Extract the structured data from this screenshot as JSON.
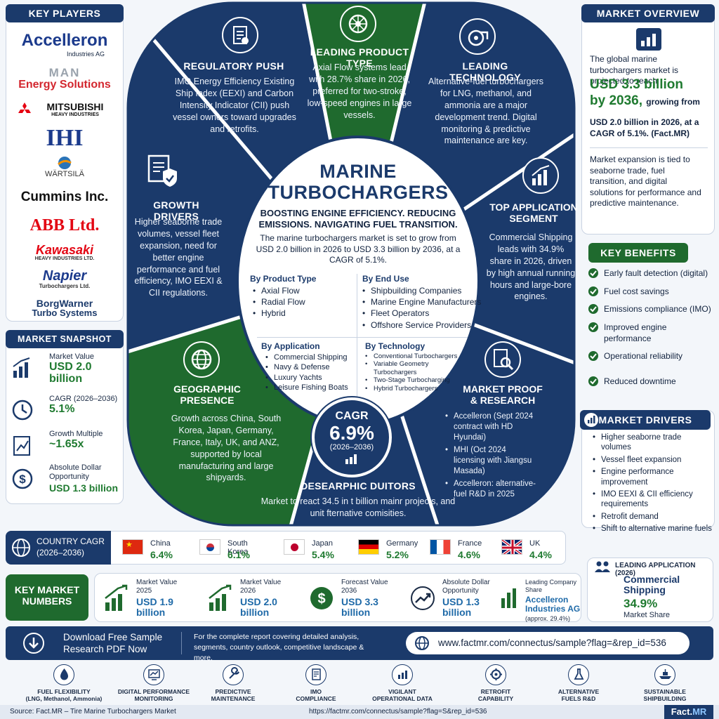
{
  "key_players": {
    "title": "KEY PLAYERS",
    "logos": [
      {
        "name": "Accelleron",
        "sub": "Industries AG"
      },
      {
        "name": "MAN",
        "sub": "Energy Solutions"
      },
      {
        "name": "MITSUBISHI",
        "sub": "HEAVY INDUSTRIES"
      },
      {
        "name": "IHI",
        "sub": ""
      },
      {
        "name": "WÄRTSILÄ",
        "sub": ""
      },
      {
        "name": "Cummins Inc.",
        "sub": ""
      },
      {
        "name": "ABB Ltd.",
        "sub": ""
      },
      {
        "name": "Kawasaki",
        "sub": "HEAVY INDUSTRIES LTD."
      },
      {
        "name": "Napier",
        "sub": "Turbochargers Ltd."
      },
      {
        "name": "BorgWarner",
        "sub": "Turbo Systems"
      }
    ]
  },
  "snapshot": {
    "title": "MARKET SNAPSHOT (2026)",
    "items": [
      {
        "label": "Market Value",
        "value": "USD 2.0 billion"
      },
      {
        "label": "CAGR (2026–2036)",
        "value": "5.1%"
      },
      {
        "label": "Growth Multiple",
        "value": "~1.65x"
      },
      {
        "label": "Absolute Dollar Opportunity",
        "value": "USD 1.3 billion"
      }
    ]
  },
  "center": {
    "title_1": "MARINE",
    "title_2": "TURBOCHARGERS",
    "tagline": "BOOSTING ENGINE EFFICIENCY. REDUCING EMISSIONS. NAVIGATING FUEL TRANSITION.",
    "summary": "The marine turbochargers market is set to grow from USD 2.0 billion in 2026 to USD 3.3 billion by 2036, at a CAGR of 5.1%.",
    "product_type": {
      "title": "By Product Type",
      "items": [
        "Axial Flow",
        "Radial Flow",
        "Hybrid"
      ]
    },
    "end_use": {
      "title": "By End Use",
      "items": [
        "Shipbuilding Companies",
        "Marine Engine Manufacturers",
        "Fleet Operators",
        "Offshore Service Providers"
      ]
    },
    "application": {
      "title": "By Application",
      "items": [
        "Commercial Shipping",
        "Navy & Defense",
        "Luxury Yachts",
        "Leisure Fishing Boats"
      ]
    },
    "technology": {
      "title": "By Technology",
      "items": [
        "Conventional Turbochargers",
        "Variable Geometry Turbochargers",
        "Two-Stage Turbocharging",
        "Hybrid Turbochargers"
      ]
    },
    "cagr_label": "CAGR",
    "cagr_value": "6.9%",
    "cagr_period": "(2026–2036)"
  },
  "segments": {
    "regulatory": {
      "title": "REGULATORY PUSH",
      "body": "IMO Energy Efficiency Existing Ship Index (EEXI) and Carbon Intensity Indicator (CII) push vessel owners toward upgrades and retrofits."
    },
    "product": {
      "title": "LEADING PRODUCT TYPE",
      "body": "Axial Flow systems lead with 28.7% share in 2026, preferred for two-stroke, low-speed engines in large vessels."
    },
    "technology": {
      "title": "LEADING TECHNOLOGY",
      "body": "Alternative-fuel turbochargers for LNG, methanol, and ammonia are a major development trend. Digital monitoring & predictive maintenance are key."
    },
    "growth": {
      "title": "GROWTH DRIVERS",
      "body": "Higher seaborne trade volumes, vessel fleet expansion, need for better engine performance and fuel efficiency, IMO EEXI & CII regulations."
    },
    "application": {
      "title_1": "TOP APPLICATION",
      "title_2": "SEGMENT",
      "body": "Commercial Shipping leads with 34.9% share in 2026, driven by high annual running hours and large-bore engines."
    },
    "geographic": {
      "title_1": "GEOGRAPHIC",
      "title_2": "PRESENCE",
      "body": "Growth across China, South Korea, Japan, Germany, France, Italy, UK, and ANZ, supported by local manufacturing and large shipyards."
    },
    "proof": {
      "title_1": "MARKET PROOF",
      "title_2": "& RESEARCH",
      "items": [
        "Accelleron (Sept 2024 contract with HD Hyundai)",
        "MHI (Oct 2024 licensing with Jiangsu Masada)",
        "Accelleron: alternative-fuel R&D in 2025"
      ]
    },
    "bottom": {
      "title": "DESEARPHIC DUITORS",
      "body": "Market to react 34.5 in t billion mainr projects, and unit fternative comisities."
    }
  },
  "market_overview": {
    "title": "MARKET OVERVIEW",
    "intro": "The global marine turbochargers market is projected to reach",
    "big_value_1": "USD 3.3 billion",
    "big_value_2": "by 2036,",
    "growing_from": "growing from",
    "rest": "USD 2.0 billion in 2026, at a CAGR of 5.1%. (Fact.MR)",
    "note": "Market expansion is tied to seaborne trade, fuel transition, and digital solutions for performance and predictive maintenance."
  },
  "key_benefits": {
    "title": "KEY BENEFITS",
    "items": [
      "Early fault detection (digital)",
      "Fuel cost savings",
      "Emissions compliance (IMO)",
      "Improved engine performance",
      "Operational reliability",
      "Reduced downtime"
    ]
  },
  "market_drivers": {
    "title": "MARKET DRIVERS",
    "items": [
      "Higher seaborne trade volumes",
      "Vessel fleet expansion",
      "Engine performance improvement",
      "IMO EEXI & CII efficiency requirements",
      "Retrofit demand",
      "Shift to alternative marine fuels"
    ]
  },
  "country_cagr": {
    "title_1": "COUNTRY CAGR",
    "title_2": "(2026–2036)",
    "countries": [
      {
        "name": "China",
        "value": "6.4%"
      },
      {
        "name": "South Korea",
        "value": "6.1%"
      },
      {
        "name": "Japan",
        "value": "5.4%"
      },
      {
        "name": "Germany",
        "value": "5.2%"
      },
      {
        "name": "France",
        "value": "4.6%"
      },
      {
        "name": "UK",
        "value": "4.4%"
      }
    ]
  },
  "leading_application": {
    "title": "LEADING APPLICATION (2026)",
    "name_1": "Commercial",
    "name_2": "Shipping",
    "value": "34.9%",
    "caption": "Market Share"
  },
  "key_numbers": {
    "title_1": "KEY MARKET",
    "title_2": "NUMBERS",
    "items": [
      {
        "label": "Market Value 2025",
        "value": "USD 1.9 billion"
      },
      {
        "label": "Market Value 2026",
        "value": "USD 2.0 billion"
      },
      {
        "label": "Forecast Value 2036",
        "value": "USD 3.3 billion"
      },
      {
        "label": "Absolute Dollar Opportunity",
        "value": "USD 1.3 billion"
      },
      {
        "label": "Leading Company Share",
        "value": "Accelleron Industries AG",
        "extra": "(approx. 29.4%)"
      }
    ]
  },
  "download": {
    "label_1": "Download Free Sample",
    "label_2": "Research PDF Now",
    "desc": "For the complete report covering detailed analysis, segments, country outlook, competitive landscape & more.",
    "url": "www.factmr.com/connectus/sample?flag=&rep_id=536"
  },
  "features": [
    {
      "label": "FUEL FLEXIBILITY",
      "sub": "(LNG, Methanol, Ammonia)"
    },
    {
      "label": "DIGITAL PERFORMANCE",
      "sub": "MONITORING"
    },
    {
      "label": "PREDICTIVE",
      "sub": "MAINTENANCE"
    },
    {
      "label": "IMO",
      "sub": "COMPLIANCE"
    },
    {
      "label": "VIGILANT",
      "sub": "OPERATIONAL DATA"
    },
    {
      "label": "RETROFIT",
      "sub": "CAPABILITY"
    },
    {
      "label": "ALTERNATIVE",
      "sub": "FUELS R&D"
    },
    {
      "label": "SUSTAINABLE",
      "sub": "SHIPBUILDING"
    }
  ],
  "footer": {
    "source": "Source: Fact.MR – Tire Marine Turbochargers Market",
    "url": "https://factmr.com/connectus/sample?flag=S&rep_id=536",
    "brand_1": "Fact.",
    "brand_2": "MR"
  },
  "colors": {
    "navy": "#1b3a6b",
    "green": "#1f6a2e",
    "accent_green": "#1f7a30"
  }
}
